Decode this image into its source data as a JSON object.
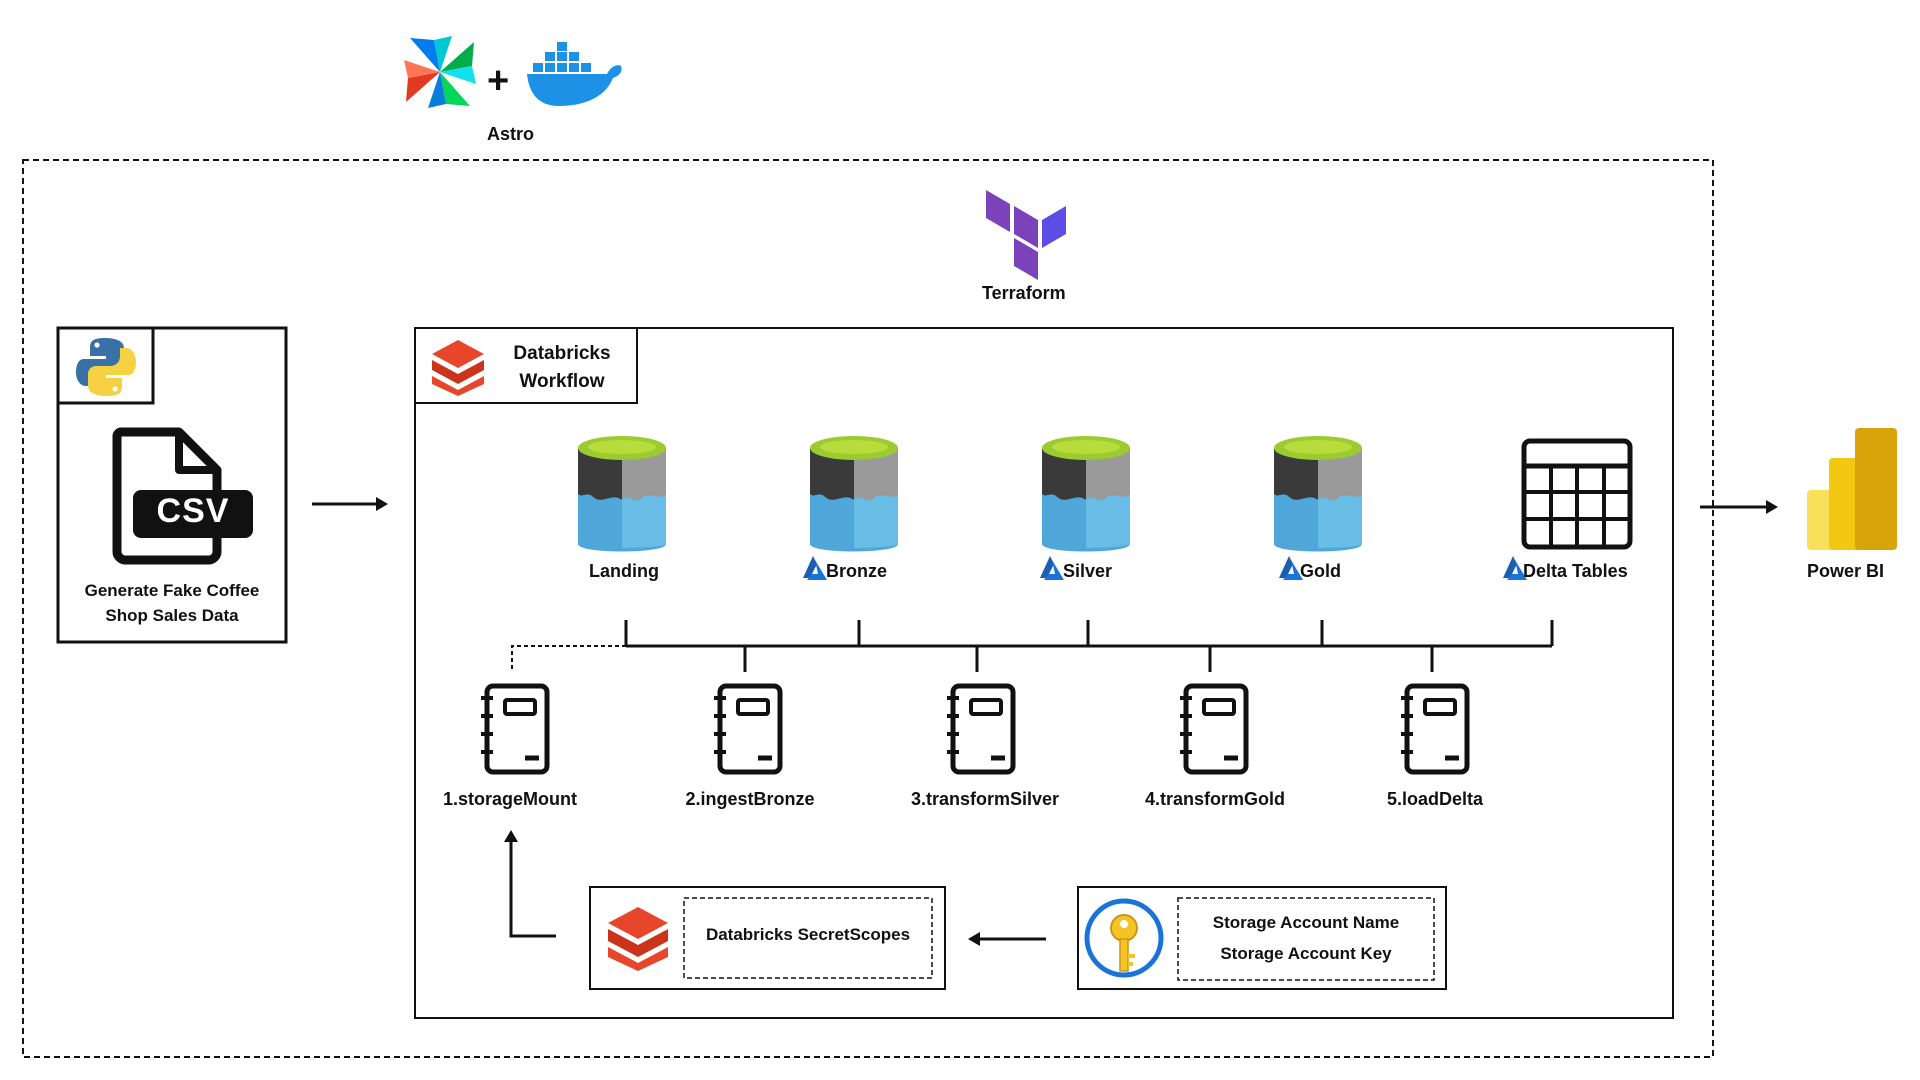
{
  "top": {
    "astro_label": "Astro",
    "plus": "+"
  },
  "terraform": {
    "label": "Terraform"
  },
  "python_box": {
    "csv_text": "CSV",
    "line1": "Generate Fake Coffee",
    "line2": "Shop Sales Data"
  },
  "databricks": {
    "title_line1": "Databricks",
    "title_line2": "Workflow"
  },
  "storage": [
    {
      "label": "Landing"
    },
    {
      "label": "Bronze"
    },
    {
      "label": "Silver"
    },
    {
      "label": "Gold"
    },
    {
      "label": "Delta Tables"
    }
  ],
  "notebooks": [
    {
      "label": "1.storageMount"
    },
    {
      "label": "2.ingestBronze"
    },
    {
      "label": "3.transformSilver"
    },
    {
      "label": "4.transformGold"
    },
    {
      "label": "5.loadDelta"
    }
  ],
  "secret_scopes": {
    "label": "Databricks SecretScopes"
  },
  "key_vault": {
    "line1": "Storage Account Name",
    "line2": "Storage Account Key"
  },
  "power_bi": {
    "label": "Power BI"
  },
  "colors": {
    "terraform": "#7B42BC",
    "databricks": "#E8462A",
    "lake_top": "#9BCB2E",
    "lake_water": "#4EA7D8",
    "lake_dark": "#3A3A3A",
    "lake_grey": "#9A9A9A",
    "azure": "#1A73D9",
    "key": "#F6C324",
    "powerbi": "#F2C811"
  }
}
